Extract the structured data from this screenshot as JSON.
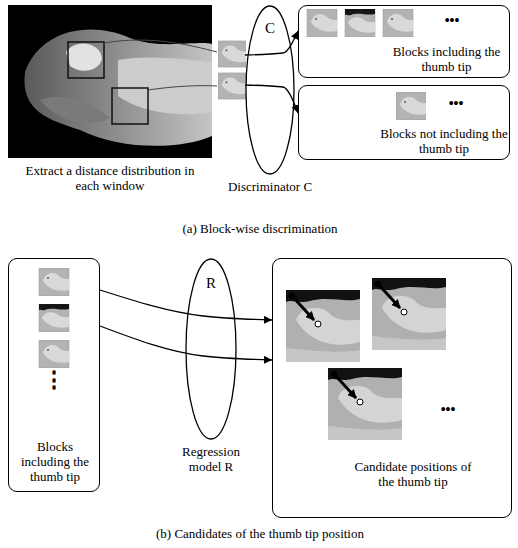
{
  "diagram": {
    "nodes": [
      {
        "text": [
          "Extract a distance distribution in each window"
        ]
      },
      {
        "text": [
          "C",
          "Discriminator C"
        ]
      },
      {
        "text": [
          "Blocks including the thumb tip"
        ]
      },
      {
        "text": [
          "Blocks not including the thumb tip"
        ]
      },
      {
        "text": [
          "Blocks including the thumb tip"
        ]
      },
      {
        "text": [
          "R",
          "Regression model R"
        ]
      },
      {
        "text": [
          "Candidate positions of the thumb tip"
        ]
      }
    ],
    "edges": [
      {
        "from": 1,
        "to": 2,
        "arrow": "to"
      },
      {
        "from": 1,
        "to": 3,
        "arrow": "to"
      },
      {
        "from": 4,
        "to": 6,
        "arrow": "to"
      },
      {
        "from": 4,
        "to": 6,
        "arrow": "to"
      }
    ],
    "labels": [
      "•••",
      "•••",
      "(a) Block-wise discrimination",
      "⋮",
      "•••",
      "(b) Candidates of the thumb tip position"
    ]
  }
}
